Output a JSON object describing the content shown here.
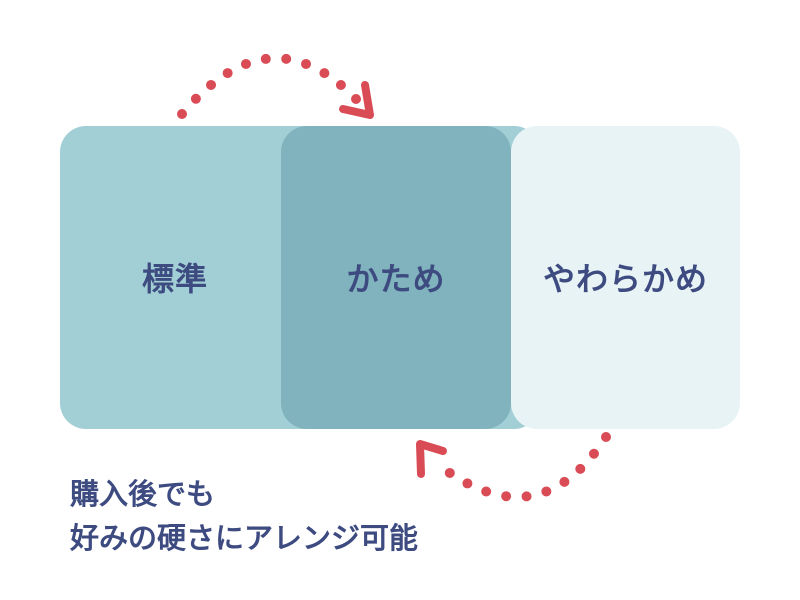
{
  "diagram": {
    "panels": [
      {
        "label": "標準"
      },
      {
        "label": "かため"
      },
      {
        "label": "やわらかめ"
      }
    ],
    "caption": {
      "line1": "購入後でも",
      "line2": "好みの硬さにアレンジ可能"
    },
    "colors": {
      "standard": "#a2cfd5",
      "firm": "#80b3bd",
      "soft": "#e8f3f5",
      "text": "#3d4b80",
      "arrow": "#d94b55"
    }
  }
}
